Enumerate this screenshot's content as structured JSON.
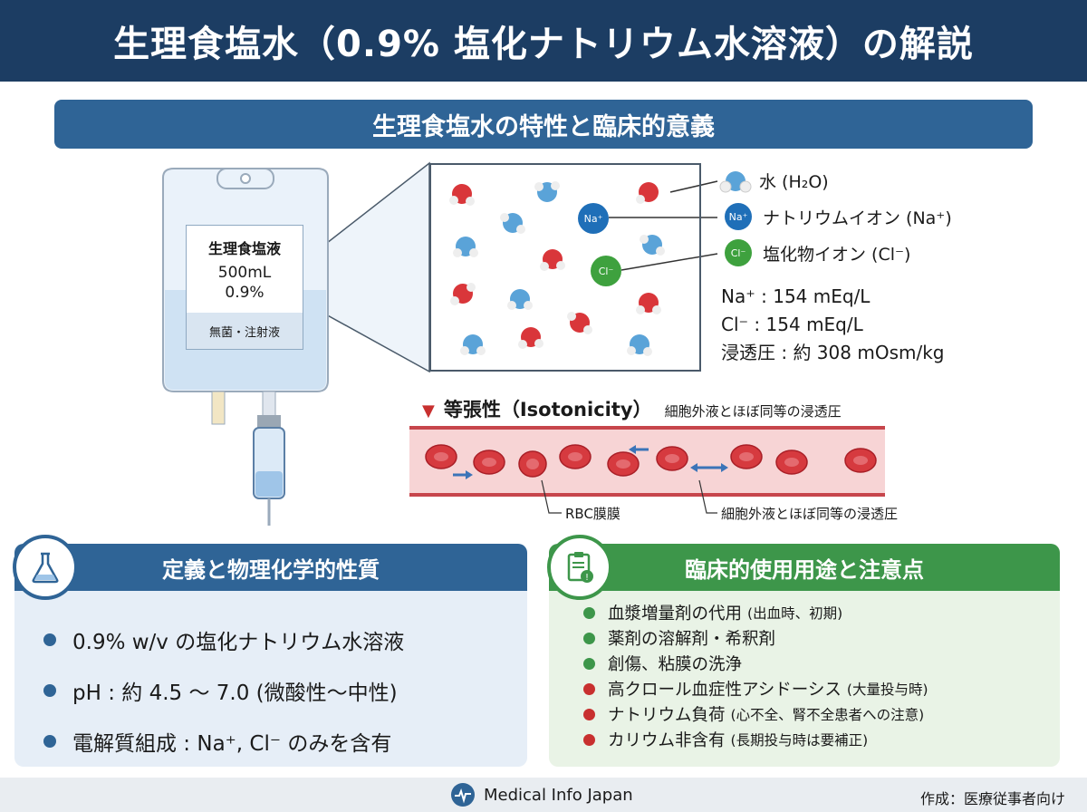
{
  "header": {
    "title": "生理食塩水（0.9% 塩化ナトリウム水溶液）の解説"
  },
  "subtitle": "生理食塩水の特性と臨床的意義",
  "bag_label": {
    "name": "生理食塩液",
    "volume": "500mL",
    "concentration": "0.9%",
    "note": "無菌・注射液"
  },
  "molecules": {
    "na_symbol": "Na⁺",
    "cl_symbol": "Cl⁻"
  },
  "legend": {
    "water": "水 (H₂O)",
    "sodium": "ナトリウムイオン (Na⁺)",
    "chloride": "塩化物イオン (Cl⁻)"
  },
  "stats": [
    "Na⁺ : 154 mEq/L",
    "Cl⁻  : 154 mEq/L",
    "浸透圧 : 約 308 mOsm/kg"
  ],
  "isotonicity": {
    "title": "等張性（Isotonicity）",
    "subtitle": "細胞外液とほぼ同等の浸透圧",
    "label_membrane": "RBC膜膜",
    "label_osmotic": "細胞外液とほぼ同等の浸透圧"
  },
  "definition_panel": {
    "title": "定義と物理化学的性質",
    "items": [
      "0.9% w/v の塩化ナトリウム水溶液",
      "pH : 約 4.5 〜 7.0 (微酸性〜中性)",
      "電解質組成 : Na⁺, Cl⁻ のみを含有"
    ]
  },
  "clinical_panel": {
    "title": "臨床的使用用途と注意点",
    "items": [
      {
        "text": "血漿増量剤の代用",
        "note": "(出血時、初期)",
        "color": "#3d964a"
      },
      {
        "text": "薬剤の溶解剤・希釈剤",
        "note": "",
        "color": "#3d964a"
      },
      {
        "text": "創傷、粘膜の洗浄",
        "note": "",
        "color": "#3d964a"
      },
      {
        "text": "高クロール血症性アシドーシス",
        "note": "(大量投与時)",
        "color": "#c8302f"
      },
      {
        "text": "ナトリウム負荷",
        "note": "(心不全、腎不全患者への注意)",
        "color": "#c8302f"
      },
      {
        "text": "カリウム非含有",
        "note": "(長期投与時は要補正)",
        "color": "#c8302f"
      }
    ]
  },
  "footer": {
    "brand": "Medical Info Japan",
    "author": "作成：医療従事者向け"
  }
}
